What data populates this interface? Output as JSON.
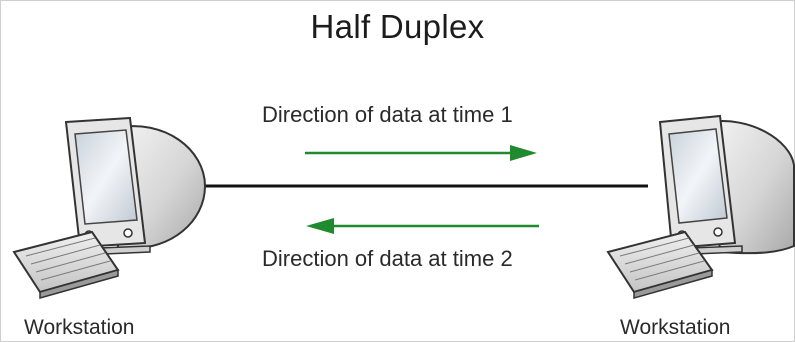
{
  "diagram": {
    "title": "Half Duplex",
    "direction_time1": "Direction of data at time 1",
    "direction_time2": "Direction of data at time 2",
    "left_node_label": "Workstation",
    "right_node_label": "Workstation",
    "colors": {
      "arrow": "#1f8a2e",
      "link": "#111111",
      "monitor_body": "#d9d9d9",
      "screen": "#dde3ea"
    },
    "icons": [
      "computer-monitor-icon",
      "keyboard-icon"
    ]
  }
}
